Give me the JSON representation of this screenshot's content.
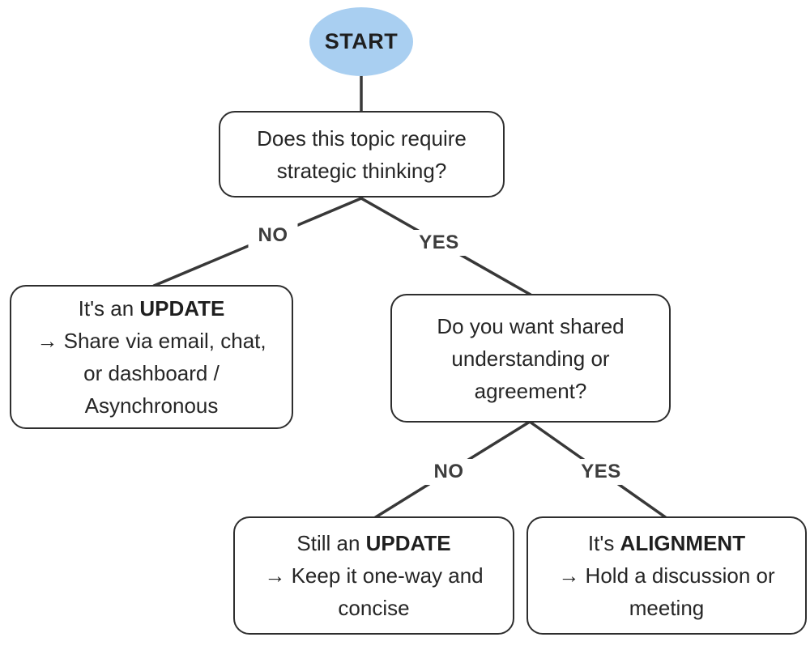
{
  "nodes": {
    "start": {
      "label": "START"
    },
    "q1": {
      "lines": [
        "Does this topic require",
        "strategic thinking?"
      ]
    },
    "update": {
      "intro": "It's an ",
      "intro_bold": "UPDATE",
      "lines": [
        "→ Share via email, chat,",
        "or dashboard /",
        "Asynchronous"
      ]
    },
    "q2": {
      "lines": [
        "Do you want shared",
        "understanding or",
        "agreement?"
      ]
    },
    "still_update": {
      "intro": "Still an ",
      "intro_bold": "UPDATE",
      "lines": [
        "→ Keep it one-way and",
        "concise"
      ]
    },
    "alignment": {
      "intro": "It's ",
      "intro_bold": "ALIGNMENT",
      "lines": [
        "→ Hold a discussion or",
        "meeting"
      ]
    }
  },
  "edges": {
    "q1_no": "NO",
    "q1_yes": "YES",
    "q2_no": "NO",
    "q2_yes": "YES"
  },
  "colors": {
    "start_fill": "#a9cff1",
    "node_border": "#2e2e2e",
    "text": "#262626",
    "connector": "#383838",
    "background": "#ffffff"
  }
}
